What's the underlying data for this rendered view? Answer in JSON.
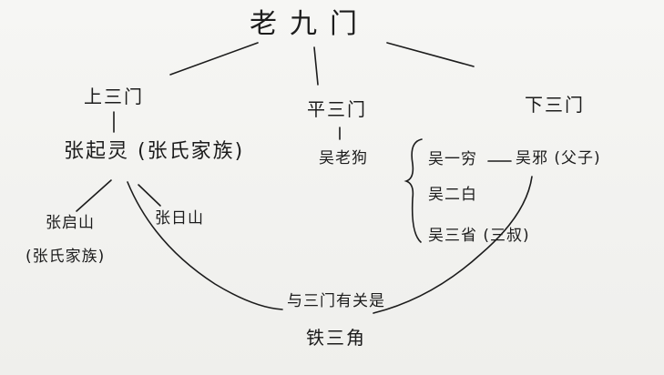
{
  "diagram": {
    "root": "老九门",
    "branches": {
      "upper": {
        "label": "上三门",
        "head": "张起灵 (张氏家族)",
        "children": [
          "张启山",
          "(张氏家族)",
          "张日山"
        ]
      },
      "middle": {
        "label": "平三门",
        "head": "吴老狗"
      },
      "lower": {
        "label": "下三门",
        "brothers": [
          "吴一穷",
          "吴二白",
          "吴三省 (三叔)"
        ],
        "son": "吴邪 (父子)"
      }
    },
    "bottom": {
      "line1": "与三门有关是",
      "line2": "铁三角"
    }
  },
  "colors": {
    "ink": "#1c1c1c",
    "paper": "#f4f4f2"
  }
}
